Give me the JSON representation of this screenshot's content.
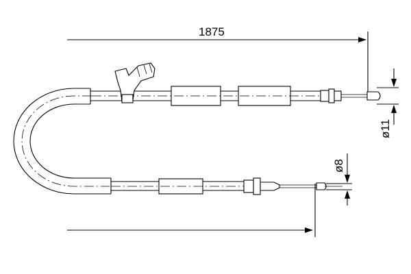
{
  "dimensions": {
    "length": "1875",
    "diameter_large": "ø11",
    "diameter_small": "ø8"
  },
  "colors": {
    "line": "#000000",
    "background": "#ffffff"
  }
}
